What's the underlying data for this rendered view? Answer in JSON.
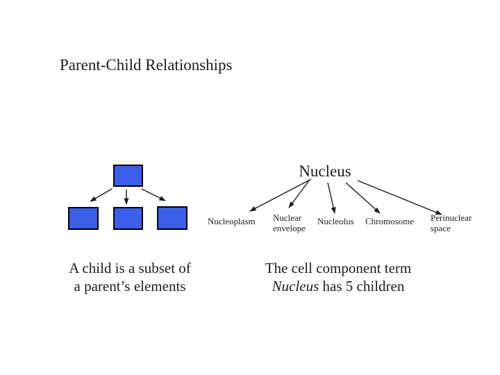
{
  "slide": {
    "title": "Parent-Child Relationships"
  },
  "colors": {
    "background": "#ffffff",
    "text": "#1b1b1b",
    "arrow": "#1b1b1b",
    "node_fill": "#3b5fe8",
    "node_border": "#000000"
  },
  "left_diagram": {
    "caption": {
      "line1": "A child is a subset of",
      "line2": "a parent’s elements"
    }
  },
  "right_diagram": {
    "root": "Nucleus",
    "children": [
      {
        "line1": "Nucleoplasm",
        "line2": ""
      },
      {
        "line1": "Nuclear",
        "line2": "envelope"
      },
      {
        "line1": "Nucleolus",
        "line2": ""
      },
      {
        "line1": "Chromosome",
        "line2": ""
      },
      {
        "line1": "Perinuclear",
        "line2": "space"
      }
    ],
    "caption": {
      "line1": "The cell component term",
      "line2_italic": "Nucleus",
      "line2_rest": " has 5 children"
    }
  }
}
